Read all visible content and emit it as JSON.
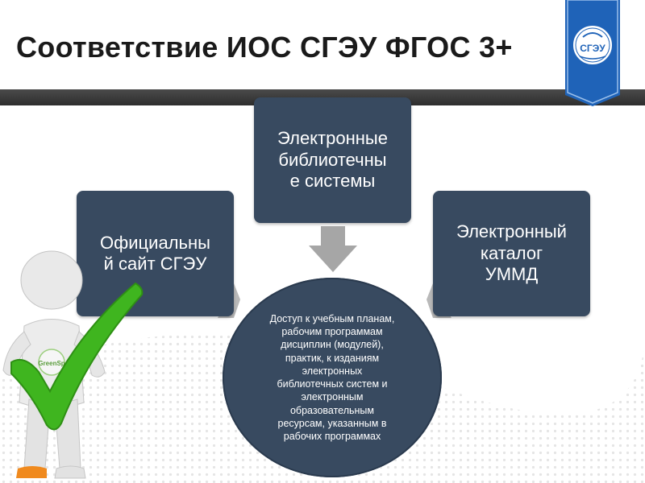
{
  "slide": {
    "title": "Соответствие ИОС СГЭУ ФГОС 3+"
  },
  "diagram": {
    "box_top": "Электронные\nбиблиотечны\nе системы",
    "box_left": "Официальны\nй сайт СГЭУ",
    "box_right": "Электронный\nкаталог\nУММД",
    "center": "Доступ к учебным планам,\nрабочим программам\nдисциплин (модулей),\nпрактик, к изданиям\nэлектронных\nбиблиотечных систем и\nэлектронным\nобразовательным\nресурсам, указанным в\nрабочих программах"
  },
  "mascot": {
    "badge_text": "GreenSp"
  },
  "colors": {
    "box_fill": "#384a60",
    "title_bar": "#3a3a3a",
    "arrow_gray": "#a6a6a6",
    "check_green": "#3fb51f",
    "emblem_blue": "#1f63b8"
  }
}
